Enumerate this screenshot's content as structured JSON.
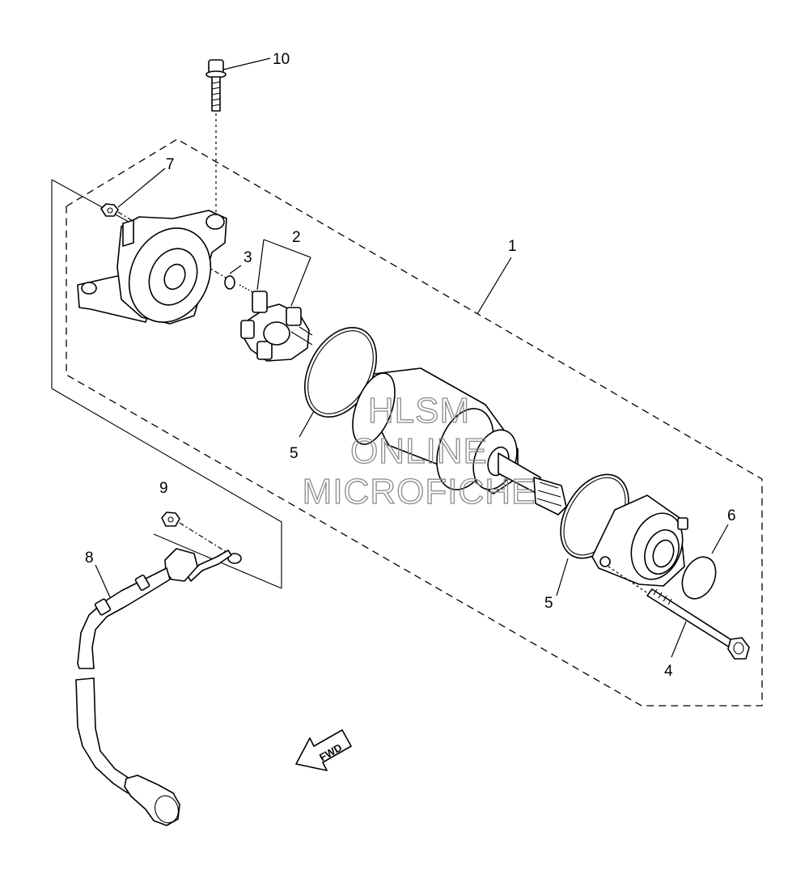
{
  "callouts": [
    {
      "id": "c10",
      "label": "10"
    },
    {
      "id": "c7",
      "label": "7"
    },
    {
      "id": "c2",
      "label": "2"
    },
    {
      "id": "c3",
      "label": "3"
    },
    {
      "id": "c1",
      "label": "1"
    },
    {
      "id": "c5a",
      "label": "5"
    },
    {
      "id": "c9",
      "label": "9"
    },
    {
      "id": "c8",
      "label": "8"
    },
    {
      "id": "c6",
      "label": "6"
    },
    {
      "id": "c5b",
      "label": "5"
    },
    {
      "id": "c4",
      "label": "4"
    }
  ],
  "watermark": {
    "line1": "HLSM",
    "line2": "ONLINE",
    "line3": "MICROFICHE"
  },
  "fwd_label": "FWD"
}
